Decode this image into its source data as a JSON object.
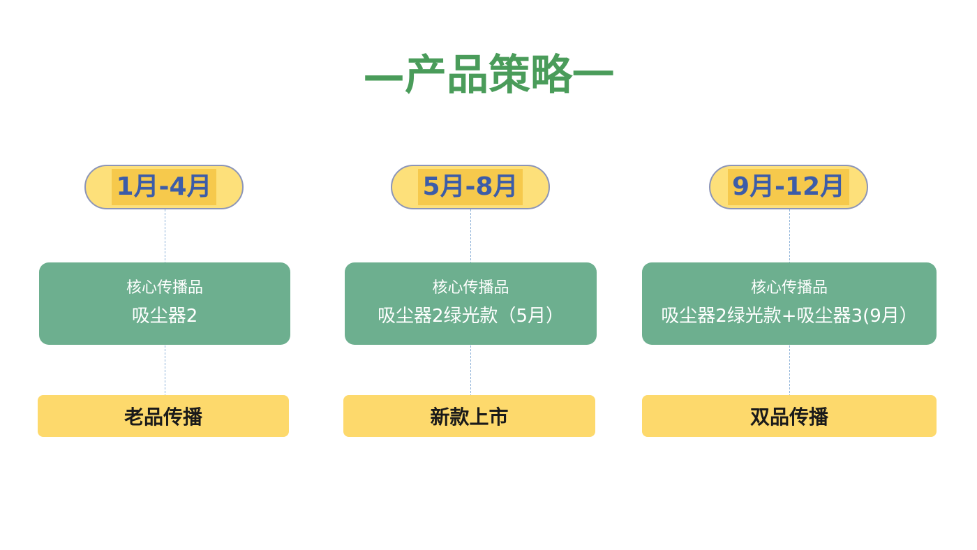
{
  "title": "—产品策略一",
  "colors": {
    "title_green": "#4a9c5a",
    "pill_fill": "#fde07a",
    "pill_text_bg": "#f6c94c",
    "pill_text": "#3c5ca8",
    "box_green": "#6daf8f",
    "box_yellow": "#fdd96c"
  },
  "stages": [
    {
      "period": "1月-4月",
      "core_label": "核心传播品",
      "core_product": "吸尘器2",
      "phase": "老品传播"
    },
    {
      "period": "5月-8月",
      "core_label": "核心传播品",
      "core_product": "吸尘器2绿光款（5月）",
      "phase": "新款上市"
    },
    {
      "period": "9月-12月",
      "core_label": "核心传播品",
      "core_product": "吸尘器2绿光款+吸尘器3(9月）",
      "phase": "双品传播"
    }
  ]
}
